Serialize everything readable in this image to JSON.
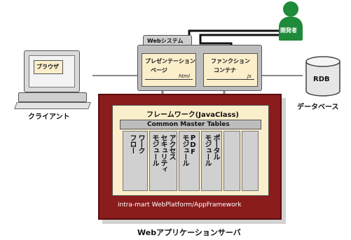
{
  "client": {
    "screen_label": "ブラウザ",
    "caption": "クライアント"
  },
  "web_system": {
    "tab_label": "Webシステム",
    "presentation": {
      "line1": "プレゼンテーション",
      "line2": "ページ",
      "ext": "html"
    },
    "function": {
      "line1": "ファンクション",
      "line2": "コンテナ",
      "ext": "js"
    }
  },
  "developer": {
    "label": "開発者"
  },
  "rdb": {
    "label": "RDB",
    "caption": "データベース"
  },
  "app_server": {
    "framework_title": "フレームワーク(JavaClass)",
    "master_tables": "Common Master Tables",
    "modules": [
      {
        "line1": "ワーク",
        "line2": "フロー",
        "line3": "モジュール"
      },
      {
        "line1": "アクセス",
        "line2": "セキュリティ",
        "line3": "モジュール"
      },
      {
        "line1": "PDF",
        "line2": "",
        "line3": "モジュール"
      },
      {
        "line1": "ポータル",
        "line2": "",
        "line3": "モジュール"
      }
    ],
    "platform": "intra-mart WebPlatform/AppFramework",
    "caption": "Webアプリケーションサーバ"
  },
  "colors": {
    "server_red": "#8b1c1c",
    "server_border": "#5a0c0c",
    "cream": "#fbeecb",
    "developer_green": "#1f8a3a",
    "connector": "#111111"
  }
}
